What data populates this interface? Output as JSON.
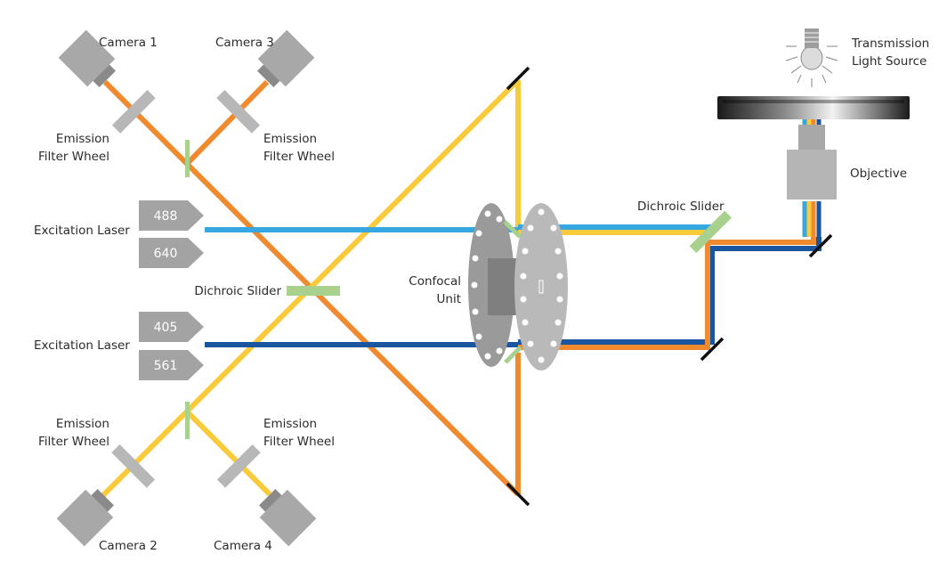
{
  "colors": {
    "beam_orange": "#F08A2E",
    "beam_yellow": "#F9CB3A",
    "beam_light_blue": "#36A7E0",
    "beam_dark_blue": "#1A56A0",
    "dichroic_green": "#A9D18E",
    "component_gray": "#A8A8A8",
    "filter_gray": "#B7B7B7",
    "mirror_black": "#111111",
    "label_text": "#2b2b2b"
  },
  "labels": {
    "camera_1": "Camera 1",
    "camera_2": "Camera 2",
    "camera_3": "Camera 3",
    "camera_4": "Camera 4",
    "emission_filter_wheel_line1": "Emission",
    "emission_filter_wheel_line2": "Filter Wheel",
    "excitation_laser": "Excitation Laser",
    "dichroic_slider": "Dichroic Slider",
    "confocal_unit_line1": "Confocal",
    "confocal_unit_line2": "Unit",
    "objective": "Objective",
    "transmission_line1": "Transmission",
    "transmission_line2": "Light Source"
  },
  "lasers": {
    "top": [
      "488",
      "640"
    ],
    "bottom": [
      "405",
      "561"
    ]
  }
}
